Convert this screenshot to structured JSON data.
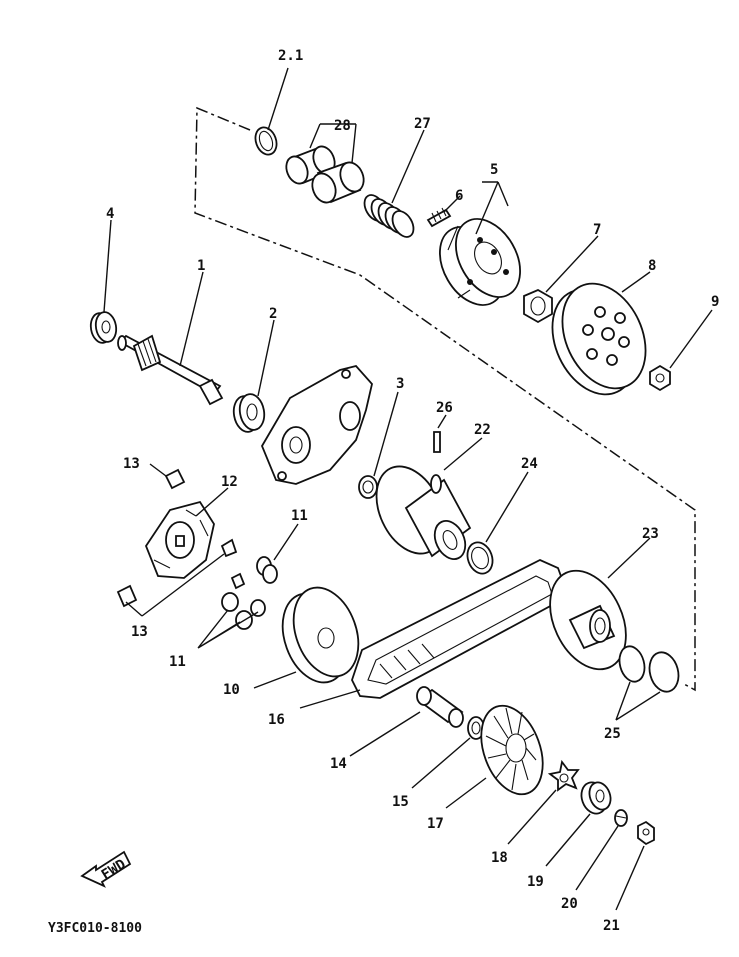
{
  "diagram": {
    "code": "Y3FC010-8100",
    "fwd_label": "FWD",
    "labels": {
      "l1": "1",
      "l2": "2",
      "l3": "3",
      "l4": "4",
      "l5": "5",
      "l6": "6",
      "l7": "7",
      "l8": "8",
      "l9": "9",
      "l10": "10",
      "l11a": "11",
      "l11b": "11",
      "l12": "12",
      "l13a": "13",
      "l13b": "13",
      "l14": "14",
      "l15": "15",
      "l16": "16",
      "l17": "17",
      "l18": "18",
      "l19": "19",
      "l20": "20",
      "l21": "21",
      "l22": "22",
      "l23": "23",
      "l24": "24",
      "l25": "25",
      "l26": "26",
      "l27": "27",
      "l28": "28",
      "l29": "2.1"
    }
  }
}
